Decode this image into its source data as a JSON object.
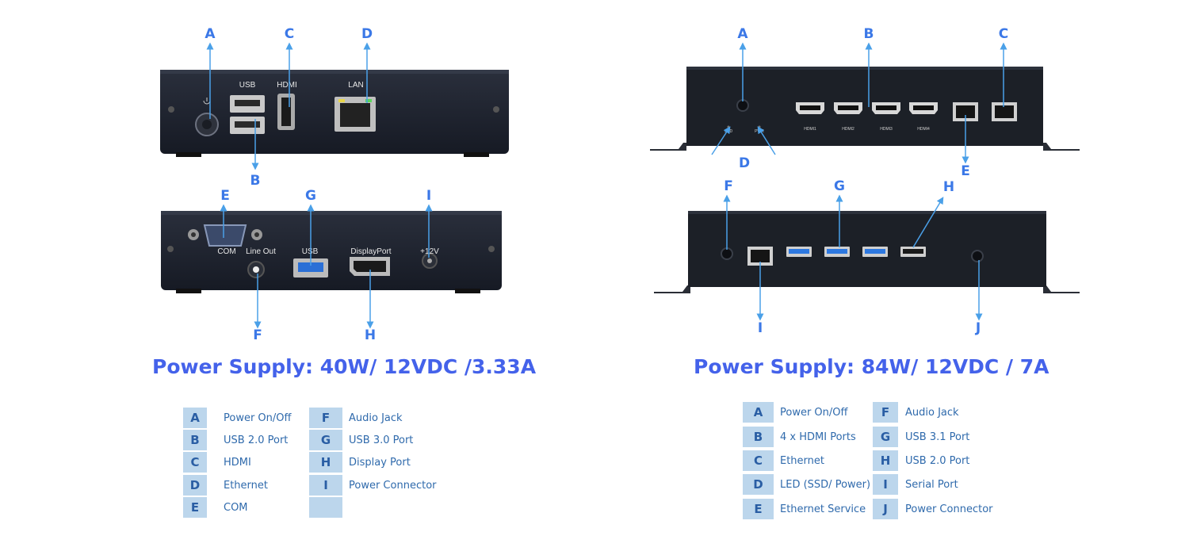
{
  "left_device": {
    "top_panel_labels": [
      "USB",
      "HDMI",
      "LAN"
    ],
    "bottom_panel_labels": [
      "COM",
      "Line Out",
      "USB",
      "DisplayPort",
      "+12V"
    ],
    "callouts": [
      "A",
      "B",
      "C",
      "D",
      "E",
      "F",
      "G",
      "H",
      "I"
    ],
    "title": "Power Supply: 40W/ 12VDC /3.33A",
    "legend_col1": [
      {
        "key": "A",
        "desc": "Power On/Off"
      },
      {
        "key": "B",
        "desc": "USB 2.0 Port"
      },
      {
        "key": "C",
        "desc": "HDMI"
      },
      {
        "key": "D",
        "desc": "Ethernet"
      },
      {
        "key": "E",
        "desc": "COM"
      }
    ],
    "legend_col2": [
      {
        "key": "F",
        "desc": "Audio Jack"
      },
      {
        "key": "G",
        "desc": "USB 3.0 Port"
      },
      {
        "key": "H",
        "desc": "Display Port"
      },
      {
        "key": "I",
        "desc": "Power Connector"
      },
      {
        "key": "",
        "desc": ""
      }
    ]
  },
  "right_device": {
    "top_panel_labels": [
      "SSD",
      "PWR",
      "HDMI1",
      "HDMI2",
      "HDMI3",
      "HDMI4"
    ],
    "callouts": [
      "A",
      "B",
      "C",
      "D",
      "E",
      "F",
      "G",
      "H",
      "I",
      "J"
    ],
    "title": "Power Supply: 84W/ 12VDC / 7A",
    "legend_col1": [
      {
        "key": "A",
        "desc": "Power On/Off"
      },
      {
        "key": "B",
        "desc": "4 x HDMI Ports"
      },
      {
        "key": "C",
        "desc": "Ethernet"
      },
      {
        "key": "D",
        "desc": "LED (SSD/ Power)"
      },
      {
        "key": "E",
        "desc": "Ethernet Service"
      }
    ],
    "legend_col2": [
      {
        "key": "F",
        "desc": "Audio Jack"
      },
      {
        "key": "G",
        "desc": "USB 3.1 Port"
      },
      {
        "key": "H",
        "desc": "USB 2.0 Port"
      },
      {
        "key": "I",
        "desc": "Serial Port"
      },
      {
        "key": "J",
        "desc": "Power Connector"
      }
    ]
  },
  "colors": {
    "callout": "#3b78e7",
    "title": "#4462ea",
    "legend_key_bg": "#bcd6ec",
    "legend_text": "#2f6aac",
    "device_body": "#1b1f2a"
  },
  "icons": [
    "power-icon",
    "usb-port-icon",
    "hdmi-port-icon",
    "ethernet-port-icon"
  ]
}
